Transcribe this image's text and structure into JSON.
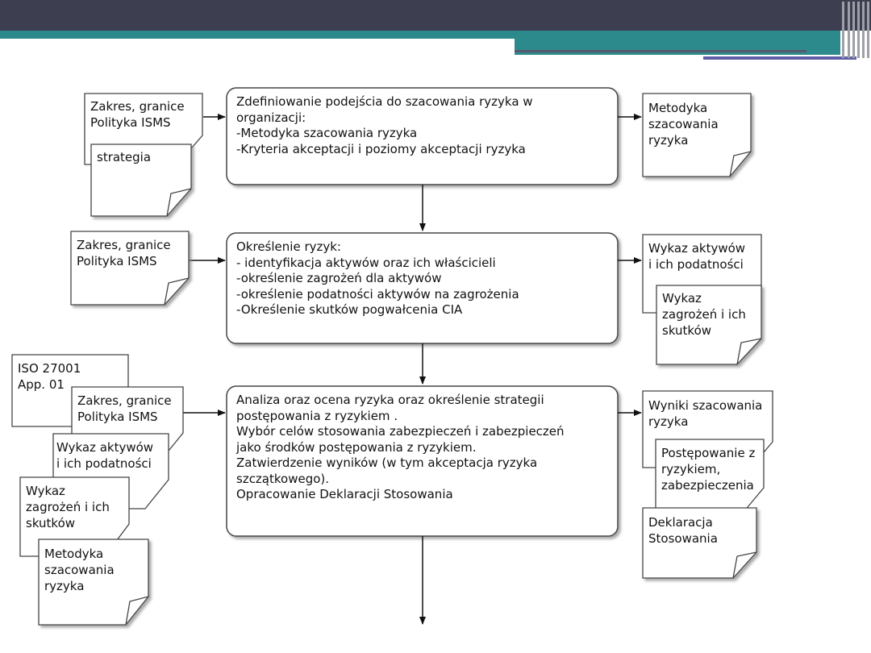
{
  "processes": [
    {
      "id": "p1",
      "lines": [
        "Zdefiniowanie podejścia do szacowania ryzyka w",
        "organizacji:",
        "-Metodyka szacowania ryzyka",
        "-Kryteria akceptacji i poziomy akceptacji ryzyka"
      ]
    },
    {
      "id": "p2",
      "lines": [
        "Określenie ryzyk:",
        "- identyfikacja aktywów oraz ich właścicieli",
        "-określenie zagrożeń dla aktywów",
        "-określenie podatności aktywów na zagrożenia",
        "-Określenie skutków pogwałcenia CIA"
      ]
    },
    {
      "id": "p3",
      "lines": [
        "Analiza oraz ocena ryzyka oraz określenie strategii",
        "postępowania  z ryzykiem .",
        "Wybór celów stosowania zabezpieczeń i zabezpieczeń",
        "jako środków postępowania z ryzykiem.",
        "Zatwierdzenie wyników (w tym akceptacja ryzyka",
        "szczątkowego).",
        "Opracowanie Deklaracji Stosowania"
      ]
    }
  ],
  "notes": [
    {
      "id": "n1a",
      "lines": [
        "Zakres, granice",
        "Polityka ISMS"
      ]
    },
    {
      "id": "n1b",
      "lines": [
        "strategia"
      ]
    },
    {
      "id": "n1out",
      "lines": [
        "Metodyka",
        "szacowania",
        "ryzyka"
      ]
    },
    {
      "id": "n2a",
      "lines": [
        "Zakres, granice",
        "Polityka ISMS"
      ]
    },
    {
      "id": "n2out1",
      "lines": [
        "Wykaz aktywów",
        "i ich podatności"
      ]
    },
    {
      "id": "n2out2",
      "lines": [
        "Wykaz",
        "zagrożeń i ich",
        "skutków"
      ]
    },
    {
      "id": "n3iso",
      "lines": [
        "ISO 27001",
        "App. 01"
      ]
    },
    {
      "id": "n3a",
      "lines": [
        "Zakres, granice",
        "Polityka ISMS"
      ]
    },
    {
      "id": "n3b",
      "lines": [
        "Wykaz aktywów",
        "i ich podatności"
      ]
    },
    {
      "id": "n3c",
      "lines": [
        "Wykaz",
        "zagrożeń i ich",
        "skutków"
      ]
    },
    {
      "id": "n3d",
      "lines": [
        "Metodyka",
        "szacowania",
        "ryzyka"
      ]
    },
    {
      "id": "n3out1",
      "lines": [
        "Wyniki szacowania",
        "ryzyka"
      ]
    },
    {
      "id": "n3out2",
      "lines": [
        "Postępowanie z",
        "ryzykiem,",
        "zabezpieczenia"
      ]
    },
    {
      "id": "n3out3",
      "lines": [
        "Deklaracja",
        "Stosowania"
      ]
    }
  ]
}
